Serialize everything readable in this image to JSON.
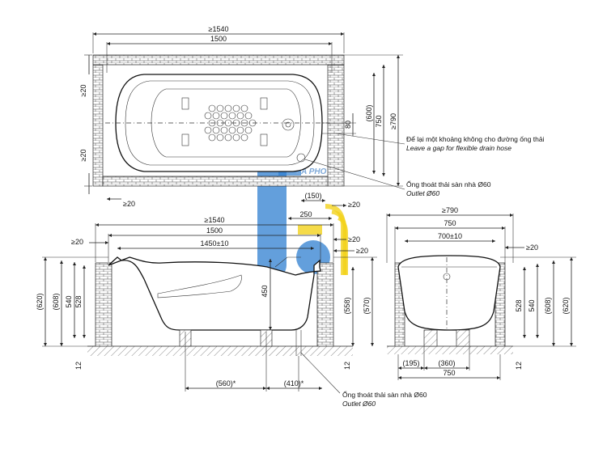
{
  "colors": {
    "line": "#222222",
    "watermark_blue": "#2f7fd0",
    "watermark_yellow": "#f2d21b",
    "watermark_text": "#7fa9d8"
  },
  "watermark": {
    "text": "LA PHO"
  },
  "top_view": {
    "dim_overall_length": "≥1540",
    "dim_length": "1500",
    "dim_wall_left_top": "≥20",
    "dim_wall_left_bottom": "≥20",
    "dim_wall_bottom": "≥20",
    "dim_80": "80",
    "dim_600": "(600)",
    "dim_750": "750",
    "dim_790": "≥790",
    "dim_150": "(150)",
    "dim_250": "250",
    "dim_20_right": "≥20",
    "note_drain_gap_vi": "Để lại một khoảng không cho đường ống thải",
    "note_drain_gap_en": "Leave a gap for flexible drain hose",
    "note_outlet_vi": "Ống thoát thải sàn nhà Ø60",
    "note_outlet_en": "Outlet Ø60"
  },
  "side_view": {
    "dim_overall_length": "≥1540",
    "dim_length": "1500",
    "dim_inner": "1450±10",
    "dim_left_20": "≥20",
    "dim_right_20a": "≥20",
    "dim_right_20b": "≥20",
    "dim_620": "(620)",
    "dim_608": "(608)",
    "dim_540": "540",
    "dim_528": "528",
    "dim_12": "12",
    "dim_450": "450",
    "dim_558": "(558)",
    "dim_570": "(570)",
    "dim_12_right": "12",
    "dim_560": "(560)*",
    "dim_410": "(410)*",
    "note_outlet_vi": "Ống thoát thải sàn nhà Ø60",
    "note_outlet_en": "Outlet Ø60"
  },
  "end_view": {
    "dim_790": "≥790",
    "dim_750": "750",
    "dim_700": "700±10",
    "dim_20": "≥20",
    "dim_528": "528",
    "dim_540": "540",
    "dim_608": "(608)",
    "dim_620": "(620)",
    "dim_12": "12",
    "dim_195": "(195)",
    "dim_360": "(360)",
    "dim_750_bottom": "750"
  }
}
